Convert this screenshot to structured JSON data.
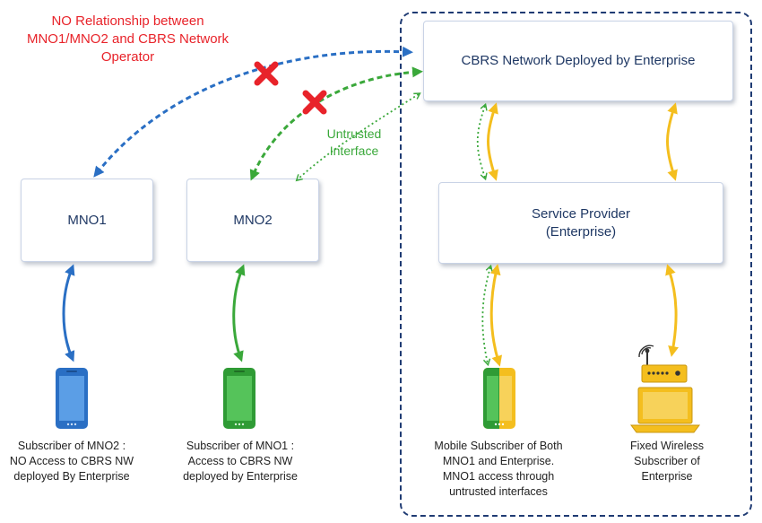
{
  "note": {
    "no_relationship": "NO Relationship between\nMNO1/MNO2 and CBRS Network\nOperator",
    "untrusted_interface": "Untrusted\nInterface"
  },
  "nodes": {
    "cbrs_network": "CBRS Network Deployed by Enterprise",
    "service_provider": "Service Provider\n(Enterprise)",
    "mno1": "MNO1",
    "mno2": "MNO2"
  },
  "devices": {
    "subscriber_mno2": "Subscriber of MNO2 :\nNO Access to CBRS NW\ndeployed By Enterprise",
    "subscriber_mno1": "Subscriber of MNO1 :\nAccess to CBRS NW\ndeployed by Enterprise",
    "mobile_both": "Mobile Subscriber of Both\nMNO1 and Enterprise.\nMNO1 access through\nuntrusted interfaces",
    "fixed_wireless": "Fixed Wireless\nSubscriber of\nEnterprise"
  },
  "colors": {
    "blue": "#2a6fc4",
    "green": "#3aa83a",
    "yellow": "#f4be1e",
    "red": "#e8232a",
    "navy": "#1f3b73"
  }
}
